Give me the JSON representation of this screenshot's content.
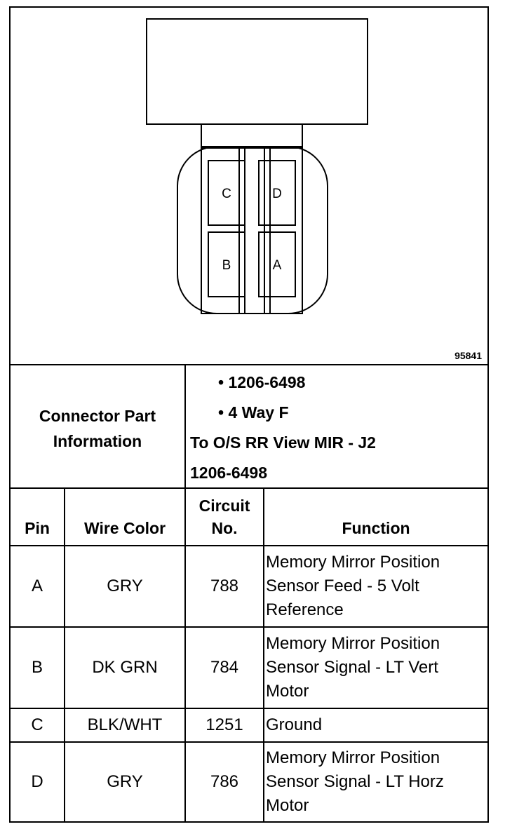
{
  "figure_number": "95841",
  "pin_labels": {
    "c": "C",
    "d": "D",
    "b": "B",
    "a": "A"
  },
  "connector_info": {
    "label_line1": "Connector Part",
    "label_line2": "Information",
    "part_bullet": "•  1206-6498",
    "type_bullet": "•  4 Way F",
    "destination": "To O/S RR View MIR - J2",
    "part_number": "1206-6498"
  },
  "table": {
    "headers": {
      "pin": "Pin",
      "wire_color": "Wire Color",
      "circuit_line1": "Circuit",
      "circuit_line2": "No.",
      "function": "Function"
    },
    "rows": [
      {
        "pin": "A",
        "wire_color": "GRY",
        "circuit": "788",
        "function_lines": [
          "Memory Mirror Position",
          "Sensor Feed - 5 Volt",
          "Reference"
        ]
      },
      {
        "pin": "B",
        "wire_color": "DK GRN",
        "circuit": "784",
        "function_lines": [
          "Memory Mirror Position",
          "Sensor Signal - LT Vert",
          "Motor"
        ]
      },
      {
        "pin": "C",
        "wire_color": "BLK/WHT",
        "circuit": "1251",
        "function_lines": [
          "Ground"
        ]
      },
      {
        "pin": "D",
        "wire_color": "GRY",
        "circuit": "786",
        "function_lines": [
          "Memory Mirror Position",
          "Sensor Signal - LT Horz",
          "Motor"
        ]
      }
    ]
  }
}
